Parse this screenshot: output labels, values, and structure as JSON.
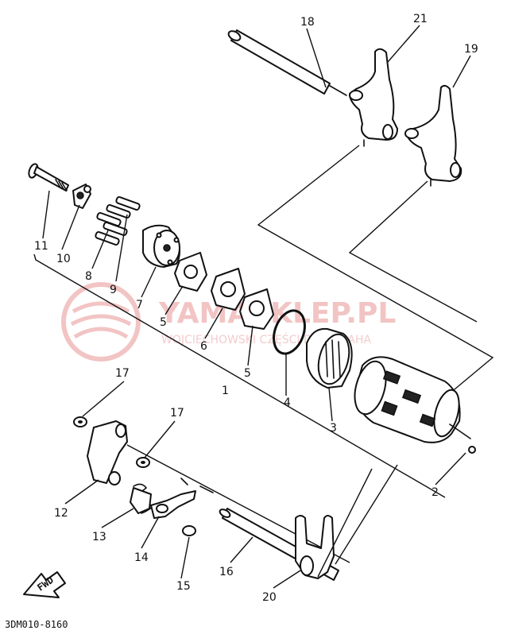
{
  "diagram": {
    "callouts": [
      "1",
      "2",
      "3",
      "4",
      "5",
      "5",
      "6",
      "7",
      "8",
      "9",
      "10",
      "11",
      "12",
      "13",
      "14",
      "15",
      "16",
      "17",
      "17",
      "18",
      "19",
      "20",
      "21"
    ],
    "fwd_label": "FWD",
    "drawing_code": "3DM010-8160"
  },
  "watermark": {
    "title": "YAMASKLEP.PL",
    "subtitle": "WOJCIECHOWSKI CZĘŚCI DO YAMAHA",
    "color": "#f2c4c4"
  }
}
